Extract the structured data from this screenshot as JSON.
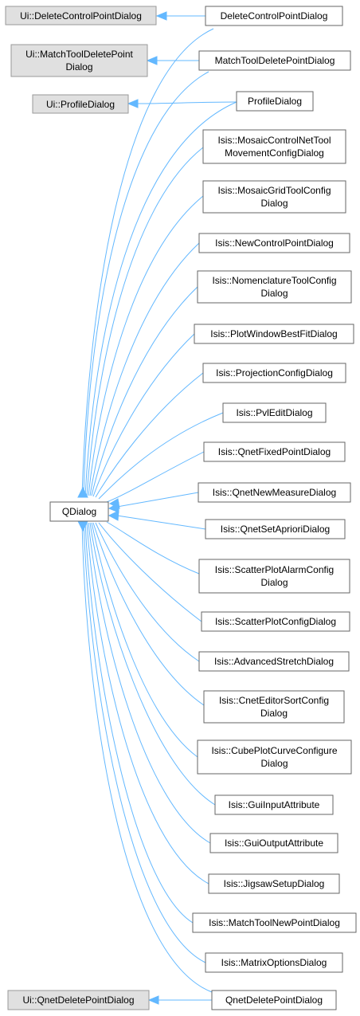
{
  "colors": {
    "edge": "#63b8ff",
    "ui_node_fill": "#e0e0e0",
    "node_fill": "#ffffff",
    "node_border": "#666666"
  },
  "ui_nodes": {
    "delete_control_point": "Ui::DeleteControlPointDialog",
    "match_tool_delete_point": [
      "Ui::MatchToolDeletePoint",
      "Dialog"
    ],
    "profile": "Ui::ProfileDialog",
    "qnet_delete_point": "Ui::QnetDeletePointDialog"
  },
  "base_node": "QDialog",
  "classes": {
    "delete_control_point": [
      "DeleteControlPointDialog"
    ],
    "match_tool_delete_point": [
      "MatchToolDeletePointDialog"
    ],
    "profile": [
      "ProfileDialog"
    ],
    "mosaic_control_net": [
      "Isis::MosaicControlNetTool",
      "MovementConfigDialog"
    ],
    "mosaic_grid": [
      "Isis::MosaicGridToolConfig",
      "Dialog"
    ],
    "new_control_point": [
      "Isis::NewControlPointDialog"
    ],
    "nomenclature": [
      "Isis::NomenclatureToolConfig",
      "Dialog"
    ],
    "plot_window_best_fit": [
      "Isis::PlotWindowBestFitDialog"
    ],
    "projection_config": [
      "Isis::ProjectionConfigDialog"
    ],
    "pvl_edit": [
      "Isis::PvlEditDialog"
    ],
    "qnet_fixed_point": [
      "Isis::QnetFixedPointDialog"
    ],
    "qnet_new_measure": [
      "Isis::QnetNewMeasureDialog"
    ],
    "qnet_set_apriori": [
      "Isis::QnetSetAprioriDialog"
    ],
    "scatter_alarm": [
      "Isis::ScatterPlotAlarmConfig",
      "Dialog"
    ],
    "scatter_config": [
      "Isis::ScatterPlotConfigDialog"
    ],
    "advanced_stretch": [
      "Isis::AdvancedStretchDialog"
    ],
    "cnet_sort": [
      "Isis::CnetEditorSortConfig",
      "Dialog"
    ],
    "cube_plot_curve": [
      "Isis::CubePlotCurveConfigure",
      "Dialog"
    ],
    "gui_input": [
      "Isis::GuiInputAttribute"
    ],
    "gui_output": [
      "Isis::GuiOutputAttribute"
    ],
    "jigsaw": [
      "Isis::JigsawSetupDialog"
    ],
    "match_tool_new_point": [
      "Isis::MatchToolNewPointDialog"
    ],
    "matrix_options": [
      "Isis::MatrixOptionsDialog"
    ],
    "qnet_delete_point": [
      "QnetDeletePointDialog"
    ]
  }
}
